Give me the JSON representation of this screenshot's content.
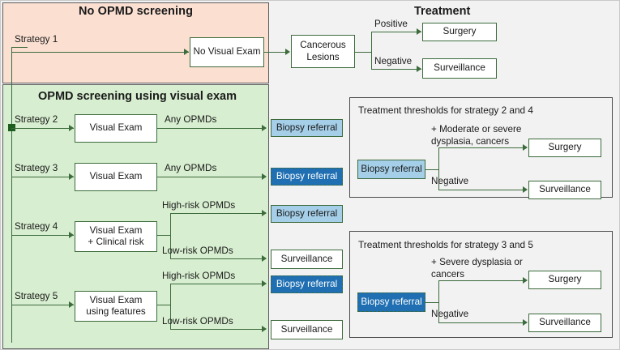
{
  "panels": {
    "no_screening": {
      "title": "No OPMD screening"
    },
    "screening": {
      "title": "OPMD screening using visual exam"
    },
    "treatment": {
      "title": "Treatment"
    }
  },
  "strategies": [
    {
      "label": "Strategy 1",
      "node": "No Visual Exam"
    },
    {
      "label": "Strategy 2",
      "node": "Visual Exam",
      "branch": "Any OPMDs",
      "outcome": "Biopsy referral"
    },
    {
      "label": "Strategy 3",
      "node": "Visual Exam",
      "branch": "Any OPMDs",
      "outcome": "Biopsy referral"
    },
    {
      "label": "Strategy 4",
      "node_line1": "Visual Exam",
      "node_line2": "+ Clinical risk",
      "branch_high": "High-risk OPMDs",
      "branch_low": "Low-risk OPMDs",
      "outcome_high": "Biopsy referral",
      "outcome_low": "Surveillance"
    },
    {
      "label": "Strategy 5",
      "node_line1": "Visual Exam",
      "node_line2": "using features",
      "branch_high": "High-risk OPMDs",
      "branch_low": "Low-risk OPMDs",
      "outcome_high": "Biopsy referral",
      "outcome_low": "Surveillance"
    }
  ],
  "treatment_top": {
    "lesions_line1": "Cancerous",
    "lesions_line2": "Lesions",
    "positive_label": "Positive",
    "negative_label": "Negative",
    "surgery": "Surgery",
    "surveillance": "Surveillance"
  },
  "thresholds": [
    {
      "title": "Treatment thresholds for strategy 2 and 4",
      "source": "Biopsy referral",
      "criteria_line1": "+ Moderate or severe",
      "criteria_line2": "dysplasia, cancers",
      "negative_label": "Negative",
      "surgery": "Surgery",
      "surveillance": "Surveillance"
    },
    {
      "title": "Treatment thresholds for strategy 3 and 5",
      "source": "Biopsy referral",
      "criteria_line1": "+ Severe dysplasia or",
      "criteria_line2": "cancers",
      "negative_label": "Negative",
      "surgery": "Surgery",
      "surveillance": "Surveillance"
    }
  ],
  "colors": {
    "panel_pink": "#fbe0d2",
    "panel_green": "#d7eed0",
    "background": "#f2f2f2",
    "connector_green": "#3c6b3c",
    "biopsy_light": "#a5cfe8",
    "biopsy_dark": "#1f6fb2",
    "marker_green": "#1f5c1f"
  }
}
